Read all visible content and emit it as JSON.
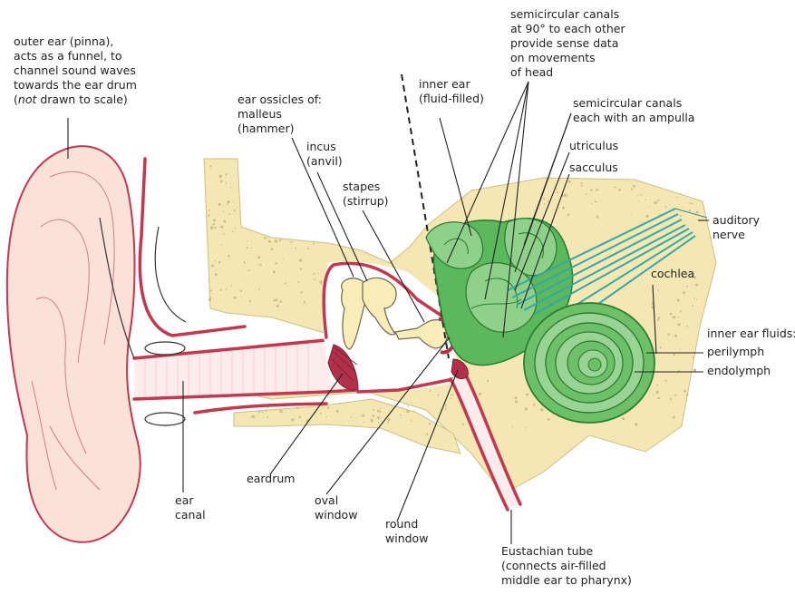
{
  "labels": {
    "outer_ear": [
      "outer ear (pinna),",
      "acts as a funnel, to",
      "channel sound waves",
      "towards the ear drum"
    ],
    "outer_ear_note_italic": "not",
    "outer_ear_note_rest": " drawn to scale)",
    "outer_ear_note_open": "(",
    "ossicles": [
      "ear ossicles of:",
      "malleus",
      "(hammer)"
    ],
    "incus": [
      "incus",
      "(anvil)"
    ],
    "stapes": [
      "stapes",
      "(stirrup)"
    ],
    "inner_ear": [
      "inner ear",
      "(fluid-filled)"
    ],
    "semicircular_90": [
      "semicircular canals",
      "at 90° to each other",
      "provide sense data",
      "on movements",
      "of head"
    ],
    "semicircular_ampulla": [
      "semicircular canals",
      "each with an ampulla"
    ],
    "utriculus": "utriculus",
    "sacculus": "sacculus",
    "auditory_nerve": [
      "auditory",
      "nerve"
    ],
    "cochlea": "cochlea",
    "inner_ear_fluids": "inner ear fluids:",
    "perilymph": "perilymph",
    "endolymph": "endolymph",
    "eardrum": "eardrum",
    "ear_canal": [
      "ear",
      "canal"
    ],
    "oval_window": [
      "oval",
      "window"
    ],
    "round_window": [
      "round",
      "window"
    ],
    "eustachian": [
      "Eustachian tube",
      "(connects air-filled",
      "middle ear to pharynx)"
    ]
  },
  "colors": {
    "bone": "#f4e7b4",
    "membrane": "#c2384f",
    "pinna": "#fbe2d8",
    "inner_ear_green": "#5cb85c",
    "auditory_nerve": "#35a7a4"
  }
}
